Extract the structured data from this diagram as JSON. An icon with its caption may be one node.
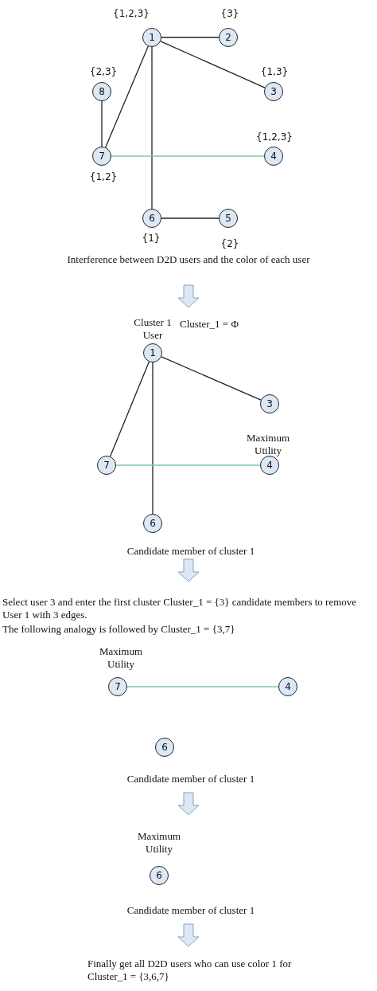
{
  "diagram": {
    "nodes": [
      {
        "text": [
          "1"
        ],
        "beside": [
          "{1,2,3}"
        ]
      },
      {
        "text": [
          "2"
        ],
        "beside": [
          "{3}"
        ]
      },
      {
        "text": [
          "8"
        ],
        "beside": [
          "{2,3}"
        ]
      },
      {
        "text": [
          "3"
        ],
        "beside": [
          "{1,3}"
        ]
      },
      {
        "text": [
          "7"
        ],
        "beside": [
          "{1,2}"
        ]
      },
      {
        "text": [
          "4"
        ],
        "beside": [
          "{1,2,3}"
        ]
      },
      {
        "text": [
          "6"
        ],
        "beside": [
          "{1}"
        ]
      },
      {
        "text": [
          "5"
        ],
        "beside": [
          "{2}"
        ]
      },
      {
        "text": [
          "1"
        ],
        "beside": [
          "Cluster 1 User"
        ]
      },
      {
        "text": [
          "3"
        ]
      },
      {
        "text": [
          "7"
        ]
      },
      {
        "text": [
          "4"
        ],
        "beside": [
          "Maximum Utility"
        ]
      },
      {
        "text": [
          "6"
        ]
      },
      {
        "text": [
          "7"
        ],
        "beside": [
          "Maximum Utility"
        ]
      },
      {
        "text": [
          "4"
        ]
      },
      {
        "text": [
          "6"
        ]
      },
      {
        "text": [
          "6"
        ],
        "beside": [
          "Maximum Utility"
        ]
      }
    ],
    "edges": [
      {
        "from": 0,
        "to": 1,
        "arrow": "none"
      },
      {
        "from": 0,
        "to": 3,
        "arrow": "none"
      },
      {
        "from": 0,
        "to": 4,
        "arrow": "none"
      },
      {
        "from": 0,
        "to": 6,
        "arrow": "none"
      },
      {
        "from": 2,
        "to": 4,
        "arrow": "none"
      },
      {
        "from": 4,
        "to": 5,
        "arrow": "none",
        "color": "#7ccba2"
      },
      {
        "from": 6,
        "to": 7,
        "arrow": "none"
      },
      {
        "from": 8,
        "to": 9,
        "arrow": "none"
      },
      {
        "from": 8,
        "to": 10,
        "arrow": "none"
      },
      {
        "from": 8,
        "to": 12,
        "arrow": "none"
      },
      {
        "from": 10,
        "to": 11,
        "arrow": "none",
        "color": "#7ccba2"
      },
      {
        "from": 13,
        "to": 14,
        "arrow": "none",
        "color": "#7ccba2"
      }
    ],
    "labels": [
      "Interference between D2D users and the color of each user",
      "Cluster_1 = Φ",
      "Candidate member of cluster 1",
      "Select user 3 and enter the first cluster Cluster_1 = {3} candidate members to remove User 1 with 3 edges.",
      "The following analogy is followed by Cluster_1 = {3,7}",
      "Candidate member of cluster 1",
      "Candidate member of cluster 1",
      "Finally get all D2D users who can use color 1 for Cluster_1 = {3,6,7}"
    ]
  }
}
